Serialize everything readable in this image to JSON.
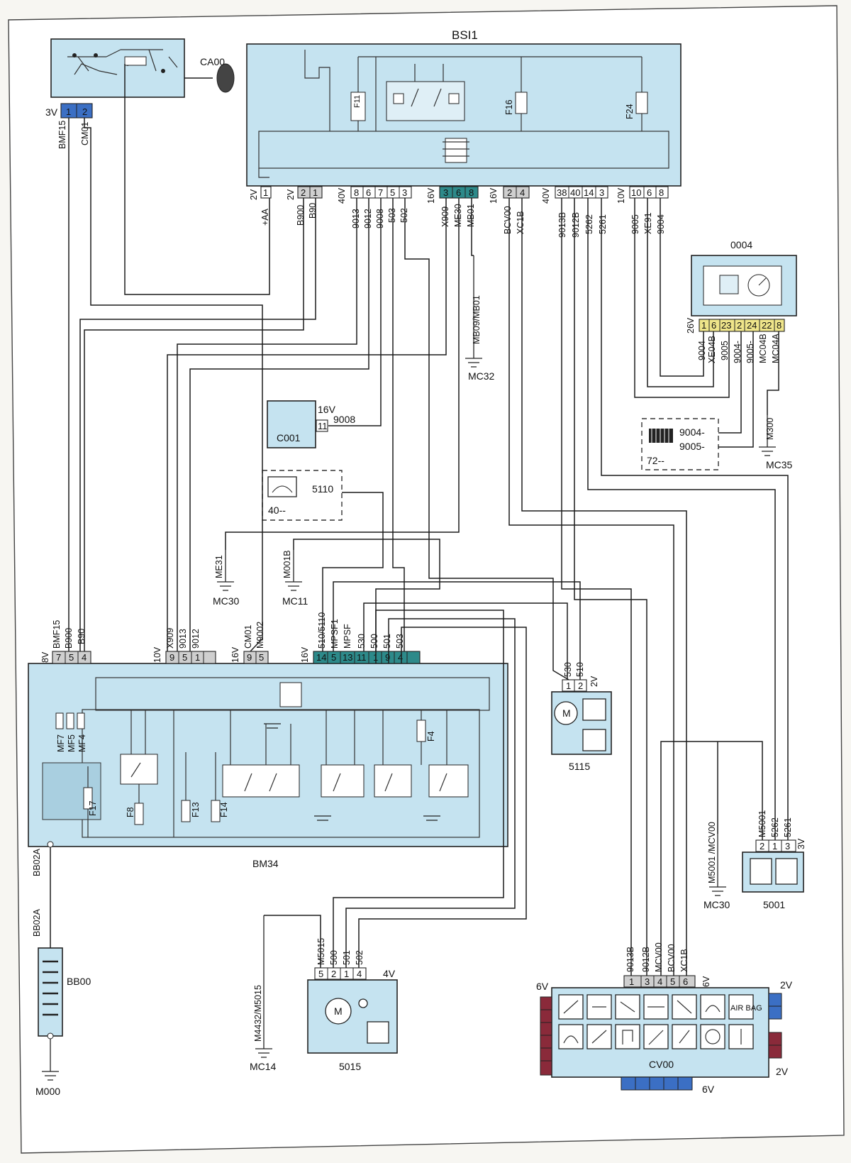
{
  "modules": {
    "bsi": "BSI1",
    "ign": "CA00",
    "bm34": "BM34",
    "cluster": "0004",
    "c001": "C001",
    "m5115": "5115",
    "m5015": "5015",
    "m5001": "5001",
    "cv00": "CV00",
    "bb00": "BB00",
    "box72": "72--",
    "box40": "40--"
  },
  "fuses": {
    "f11": "F11",
    "f16": "F16",
    "f24": "F24",
    "f17": "F17",
    "f8": "F8",
    "f13": "F13",
    "f14": "F14",
    "f4": "F4",
    "mf7": "MF7",
    "mf5": "MF5",
    "mf4": "MF4"
  },
  "grounds": {
    "mc32": "MC32",
    "mc35": "MC35",
    "mc30a": "MC30",
    "mc11": "MC11",
    "mc30b": "MC30",
    "mc14": "MC14",
    "m000": "M000"
  },
  "ground_wires": {
    "mb09": "MB09/MB01",
    "m300": "M300",
    "me31": "ME31",
    "m001b": "M001B",
    "m5001": "M5001 /MCV00",
    "m4432": "M4432/M5015",
    "bb02a_top": "BB02A",
    "bb02a_bot": "BB02A"
  },
  "connectors": {
    "ign": {
      "type": "3V",
      "pins": [
        "1",
        "2"
      ],
      "wires": [
        "BMF15",
        "CM01"
      ]
    },
    "bsi_a": {
      "type": "2V",
      "pins": [
        "1"
      ],
      "wires": [
        "+AA"
      ]
    },
    "bsi_b": {
      "type": "2V",
      "pins": [
        "2",
        "1"
      ],
      "wires": [
        "B900",
        "B90"
      ]
    },
    "bsi_c": {
      "type": "40V",
      "pins": [
        "8",
        "6",
        "7",
        "5",
        "3"
      ],
      "wires": [
        "9013",
        "9012",
        "9008",
        "503",
        "502"
      ]
    },
    "bsi_d": {
      "type": "16V",
      "pins": [
        "3",
        "6",
        "8"
      ],
      "wires": [
        "X909",
        "ME30",
        "MB01"
      ]
    },
    "bsi_e": {
      "type": "16V",
      "pins": [
        "2",
        "4"
      ],
      "wires": [
        "BCV00",
        "XC1B"
      ]
    },
    "bsi_f": {
      "type": "40V",
      "pins": [
        "38",
        "40",
        "14",
        "3"
      ],
      "wires": [
        "9013B",
        "9012B",
        "5262",
        "5261"
      ]
    },
    "bsi_g": {
      "type": "10V",
      "pins": [
        "10",
        "6",
        "8"
      ],
      "wires": [
        "9005",
        "XE91",
        "9004"
      ]
    },
    "cl": {
      "type": "26V",
      "pins": [
        "1",
        "6",
        "23",
        "2",
        "24",
        "22",
        "8"
      ],
      "wires": [
        "9004",
        "XE04B",
        "9005",
        "9004-",
        "9005-",
        "MC04B",
        "MC04A"
      ]
    },
    "c001": {
      "type": "16V",
      "pins": [
        "11"
      ],
      "wires": [
        "9008"
      ]
    },
    "box72": {
      "wires": [
        "9004-",
        "9005-"
      ]
    },
    "box40": {
      "wires": [
        "5110"
      ]
    },
    "bm_a": {
      "type": "8V",
      "pins": [
        "7",
        "5",
        "4"
      ],
      "wires": [
        "BMF15",
        "B900",
        "B90"
      ]
    },
    "bm_b": {
      "type": "10V",
      "pins": [
        "9",
        "5",
        "1"
      ],
      "wires": [
        "X909",
        "9013",
        "9012"
      ]
    },
    "bm_c": {
      "type": "16V",
      "pins": [
        "9",
        "5"
      ],
      "wires": [
        "CM01",
        "M9002"
      ]
    },
    "bm_d": {
      "type": "16V",
      "pins": [
        "14",
        "5",
        "13",
        "11",
        "1",
        "9",
        "4"
      ],
      "wires": [
        "510/5110",
        "MPSF1",
        "MPSF",
        "530",
        "500",
        "501",
        "503"
      ]
    },
    "m5115": {
      "type": "2V",
      "pins": [
        "1",
        "2"
      ],
      "wires": [
        "530",
        "510"
      ]
    },
    "m5015": {
      "type": "4V",
      "pins": [
        "5",
        "2",
        "1",
        "4"
      ],
      "wires": [
        "M5015",
        "500",
        "501",
        "502"
      ]
    },
    "m5001": {
      "type": "3V",
      "pins": [
        "2",
        "1",
        "3"
      ],
      "wires": [
        "M5001",
        "5262",
        "5261"
      ]
    },
    "cv00": {
      "type": "6V",
      "pins": [
        "1",
        "3",
        "4",
        "5",
        "6"
      ],
      "wires": [
        "9013B",
        "9012B",
        "MCV00",
        "BCV00",
        "XC1B"
      ]
    }
  },
  "cv00_side": {
    "left": "6V",
    "right_top": "2V",
    "right_bot": "2V",
    "bottom": "6V"
  },
  "airbag": "AIR BAG",
  "colors": {
    "module": "#c5e3f0",
    "blue": "#3b6fc4",
    "teal": "#2d8a8a",
    "yellow": "#efe58a",
    "grey": "#cfcfcf",
    "maroon": "#8a2a3a"
  }
}
